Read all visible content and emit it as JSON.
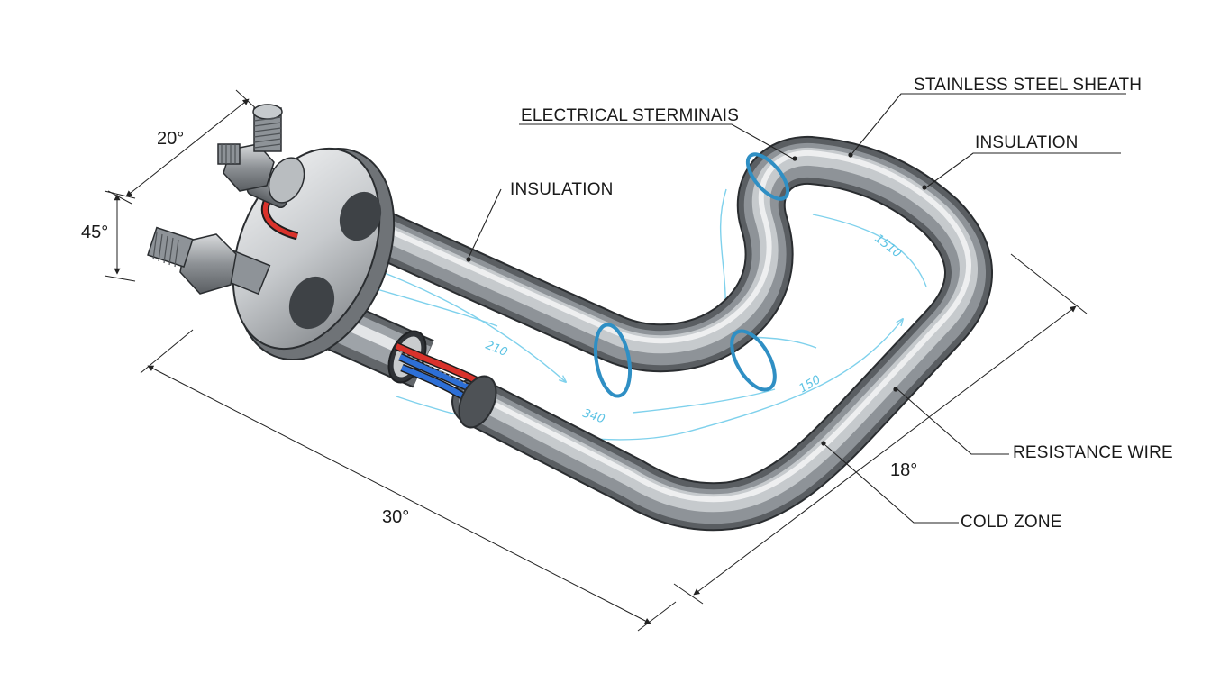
{
  "labels": {
    "electrical_terminals": "ELECTRICAL STERMINAIS",
    "stainless_sheath": "STAINLESS STEEL SHEATH",
    "insulation_left": "INSULATION",
    "insulation_right": "INSULATION",
    "resistance_wire": "RESISTANCE WIRE",
    "cold_zone": "COLD ZONE"
  },
  "dimensions": {
    "angle_top": "20°",
    "angle_left": "45°",
    "angle_bottom": "30°",
    "angle_right": "18°"
  },
  "flow_annotations": {
    "a": "210",
    "b": "340",
    "c": "150",
    "d": "1510"
  },
  "colors": {
    "tube_dark": "#4e5256",
    "tube_mid": "#9ea3a8",
    "tube_light": "#eceef0",
    "accent_blue": "#2f8fc4",
    "flow_cyan": "#7fd1ec",
    "wire_red": "#d9322b",
    "wire_blue": "#2d6fd6"
  }
}
